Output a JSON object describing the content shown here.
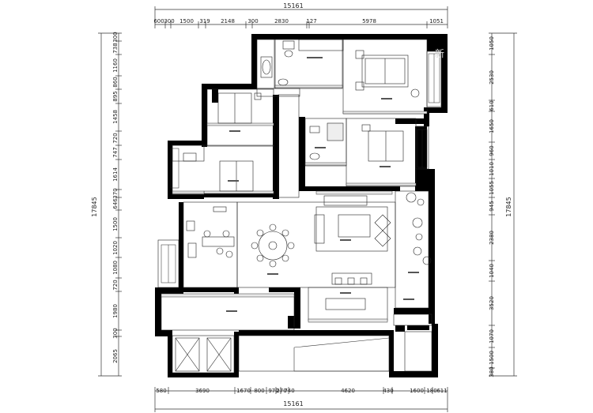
{
  "total_width": "15161",
  "total_height": "17845",
  "top_dims": [
    "600",
    "300",
    "1500",
    "319",
    "2148",
    "300",
    "2830",
    "127",
    "5978",
    "1051"
  ],
  "bottom_dims": [
    "580",
    "3690",
    "1670",
    "800",
    "970",
    "270",
    "740",
    "4620",
    "430",
    "1600",
    "180",
    "611"
  ],
  "left_dims": [
    "300",
    "738",
    "1160",
    "860",
    "895",
    "1458",
    "720",
    "747",
    "1614",
    "370",
    "646",
    "1500",
    "1020",
    "1080",
    "720",
    "1980",
    "300",
    "2065"
  ],
  "right_dims": [
    "1050",
    "2530",
    "610",
    "1650",
    "960",
    "1010",
    "1055",
    "945",
    "2380",
    "1040",
    "3520",
    "1070",
    "1500",
    "380"
  ],
  "watermark": "新"
}
